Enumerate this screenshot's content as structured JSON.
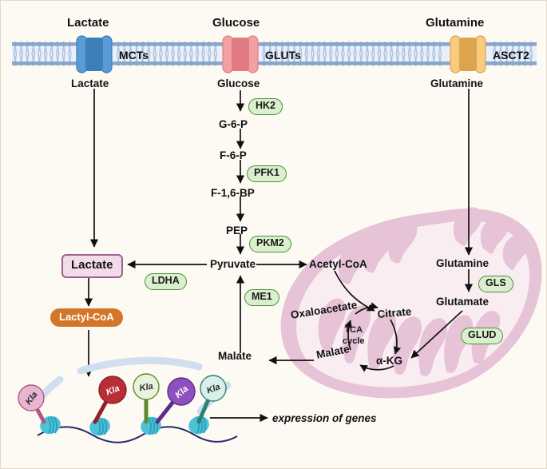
{
  "figure": {
    "background": "#fdfaf4",
    "border_color": "#e3d9cd"
  },
  "membrane": {
    "transporters": [
      {
        "name": "MCTs",
        "label": "MCTs",
        "outside_label": "Lactate",
        "inside_label": "Lactate",
        "color": "#5b9bd5",
        "inner_color": "#3d7fb8"
      },
      {
        "name": "GLUTs",
        "label": "GLUTs",
        "outside_label": "Glucose",
        "inside_label": "Glucose",
        "color": "#f2a0a4",
        "inner_color": "#e07b84"
      },
      {
        "name": "ASCT2",
        "label": "ASCT2",
        "outside_label": "Glutamine",
        "inside_label": "Glutamine",
        "color": "#f8cb7f",
        "inner_color": "#dda44f"
      }
    ],
    "head_color": "#8aa5cc",
    "tail_color": "#aec4e0"
  },
  "glycolysis": {
    "metabolites": [
      "Glucose",
      "G-6-P",
      "F-6-P",
      "F-1,6-BP",
      "PEP",
      "Pyruvate"
    ],
    "enzymes": [
      "HK2",
      "PFK1",
      "PKM2"
    ]
  },
  "cytosol": {
    "lactate_label": "Lactate",
    "lactyl_coa_label": "Lactyl-CoA",
    "ldha_label": "LDHA",
    "me1_label": "ME1",
    "malate_label": "Malate",
    "acetyl_coa_label": "Acetyl-CoA",
    "lactate_box_fill": "#f2dcea",
    "lactate_box_border": "#9c5f96",
    "lactyl_coa_fill": "#d4762a"
  },
  "mitochondrion": {
    "outer_color": "#e6c3d6",
    "inner_color": "#f9edf2",
    "tca_cycle_label_line1": "TCA",
    "tca_cycle_label_line2": "cycle",
    "tca_metabolites": [
      "Oxaloacetate",
      "Citrate",
      "α-KG",
      "Malate"
    ],
    "glutamine_label": "Glutamine",
    "glutamate_label": "Glutamate",
    "enzymes": [
      "GLS",
      "GLUD"
    ]
  },
  "enzyme_style": {
    "fill": "#d9efcd",
    "border": "#4f8c39"
  },
  "nucleus": {
    "expression_label": "expression of genes",
    "dna_color": "#2b2a6b",
    "nucleosome_color": "#4cc3d9",
    "nucleosome_dark": "#2f9fc0",
    "rod_color": "#cfdff0",
    "marks": [
      {
        "label": "Kla",
        "circle_color": "#e8b6d3",
        "stem_color": "#b0567f",
        "text_color": "dark"
      },
      {
        "label": "Kla",
        "circle_color": "#b92d36",
        "stem_color": "#8e2028",
        "text_color": "light"
      },
      {
        "label": "Kla",
        "circle_color": "#e8f2dc",
        "stem_color": "#5f8c2a",
        "text_color": "dark"
      },
      {
        "label": "Kla",
        "circle_color": "#8e4fbf",
        "stem_color": "#5c2b87",
        "text_color": "light"
      },
      {
        "label": "Kla",
        "circle_color": "#d9efe9",
        "stem_color": "#2f7f73",
        "text_color": "dark"
      }
    ]
  }
}
